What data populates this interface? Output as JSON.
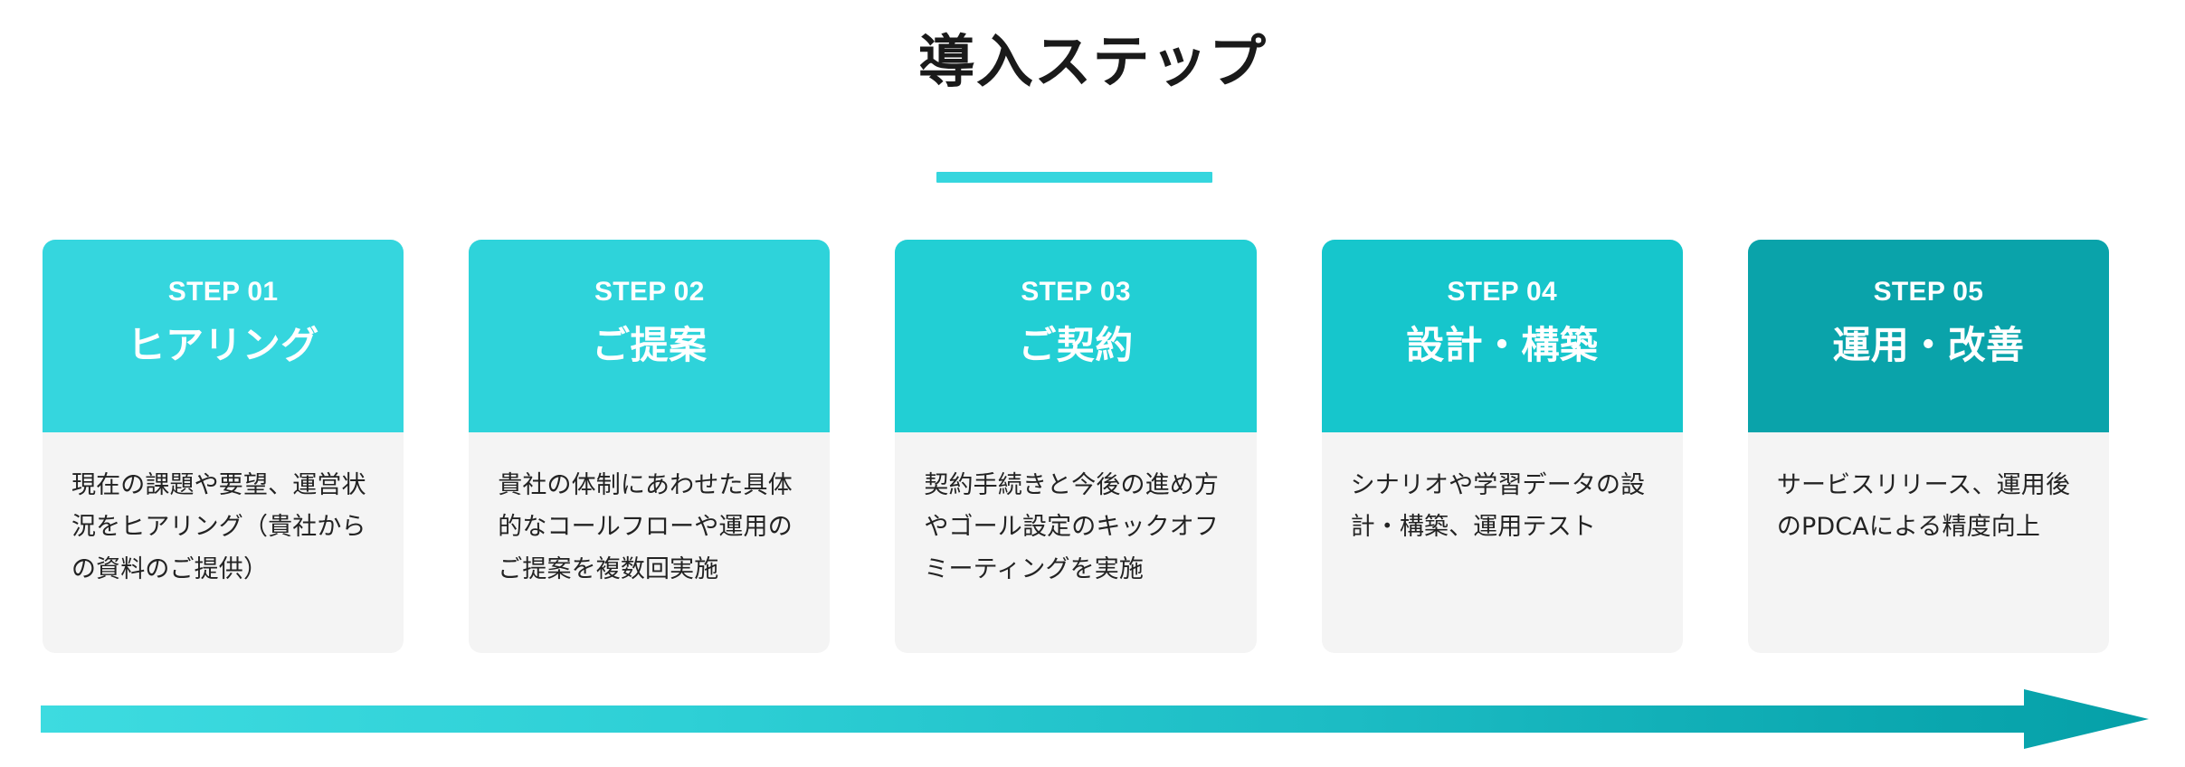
{
  "section": {
    "title": "導入ステップ",
    "underline_color": "#35d6de"
  },
  "steps": [
    {
      "kicker": "STEP 01",
      "name": "ヒアリング",
      "description": "現在の課題や要望、運営状況をヒアリング（貴社からの資料のご提供）",
      "header_color": "#35d6de"
    },
    {
      "kicker": "STEP 02",
      "name": "ご提案",
      "description": "貴社の体制にあわせた具体的なコールフローや運用のご提案を複数回実施",
      "header_color": "#2ed3da"
    },
    {
      "kicker": "STEP 03",
      "name": "ご契約",
      "description": "契約手続きと今後の進め方やゴール設定のキックオフミーティングを実施",
      "header_color": "#22cfd4"
    },
    {
      "kicker": "STEP 04",
      "name": "設計・構築",
      "description": "シナリオや学習データの設計・構築、運用テスト",
      "header_color": "#16c6cc"
    },
    {
      "kicker": "STEP 05",
      "name": "運用・改善",
      "description": "サービスリリース、運用後のPDCAによる精度向上",
      "header_color": "#0aa3aa"
    }
  ],
  "flow_arrow": {
    "icon": "right-arrow-icon",
    "gradient_start": "#3ddbe0",
    "gradient_end": "#05a0a8"
  }
}
